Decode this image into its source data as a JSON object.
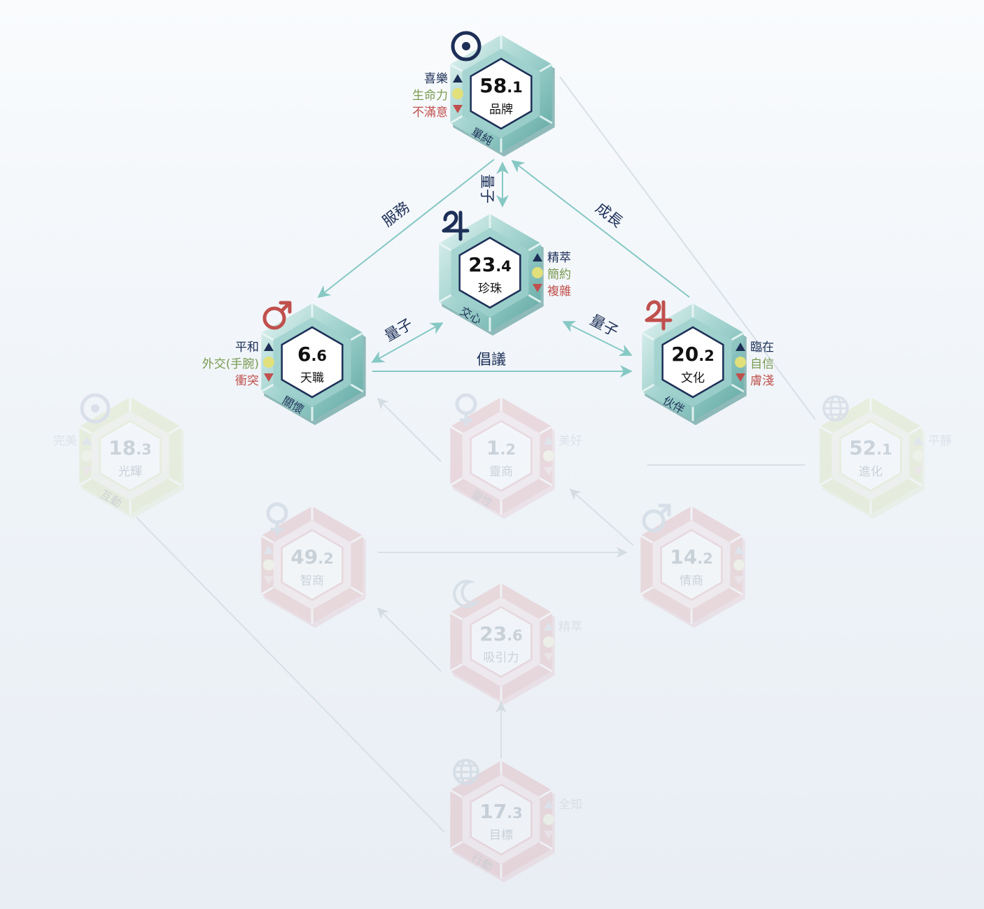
{
  "colors": {
    "teal": "#6fb7b3",
    "teal_light": "#d3ecea",
    "teal_dark": "#3e8985",
    "navy": "#1d2f57",
    "green": "#7a9a52",
    "red": "#c0504d",
    "yellow": "#e2e07a",
    "arrow": "#86c8c4",
    "faded_arrow": "#cfd9df"
  },
  "active_nodes": [
    {
      "id": "brand",
      "symbol": "sun-icon",
      "symbol_color": "#1d2f57",
      "value_int": "58",
      "value_dec": ".1",
      "name": "品牌",
      "ribbon": "單純",
      "top": "喜樂",
      "mid": "生命力",
      "bot": "不滿意",
      "side": "left"
    },
    {
      "id": "pearl",
      "symbol": "jupiter-icon",
      "symbol_color": "#1d2f57",
      "value_int": "23",
      "value_dec": ".4",
      "name": "珍珠",
      "ribbon": "交心",
      "top": "精萃",
      "mid": "簡約",
      "bot": "複雜",
      "side": "right"
    },
    {
      "id": "talent",
      "symbol": "mars-icon",
      "symbol_color": "#c0504d",
      "value_int": "6",
      "value_dec": ".6",
      "name": "天職",
      "ribbon": "關懷",
      "top": "平和",
      "mid": "外交(手腕)",
      "bot": "衝突",
      "side": "left"
    },
    {
      "id": "culture",
      "symbol": "jupiter-icon",
      "symbol_color": "#c0504d",
      "value_int": "20",
      "value_dec": ".2",
      "name": "文化",
      "ribbon": "伙伴",
      "top": "臨在",
      "mid": "自信",
      "bot": "膚淺",
      "side": "right"
    }
  ],
  "faded_nodes": [
    {
      "id": "glory",
      "symbol": "sun-icon",
      "value_int": "18",
      "value_dec": ".3",
      "name": "光輝",
      "ribbon": "互動",
      "top": "完美",
      "mid": "",
      "bot": "",
      "side": "left",
      "tint": "#c9d680"
    },
    {
      "id": "spirit",
      "symbol": "venus-icon",
      "value_int": "1",
      "value_dec": ".2",
      "name": "靈商",
      "ribbon": "靈性",
      "top": "美好",
      "mid": "",
      "bot": "",
      "side": "right",
      "tint": "#d27a82"
    },
    {
      "id": "evolution",
      "symbol": "globe-icon",
      "value_int": "52",
      "value_dec": ".1",
      "name": "進化",
      "ribbon": "",
      "top": "平靜",
      "mid": "",
      "bot": "",
      "side": "right",
      "tint": "#c9d680"
    },
    {
      "id": "iq",
      "symbol": "venus-icon",
      "value_int": "49",
      "value_dec": ".2",
      "name": "智商",
      "ribbon": "",
      "top": "",
      "mid": "",
      "bot": "",
      "side": "left",
      "tint": "#d27a82"
    },
    {
      "id": "eq",
      "symbol": "mars-icon",
      "value_int": "14",
      "value_dec": ".2",
      "name": "情商",
      "ribbon": "",
      "top": "",
      "mid": "",
      "bot": "",
      "side": "right",
      "tint": "#d27a82"
    },
    {
      "id": "attraction",
      "symbol": "moon-icon",
      "value_int": "23",
      "value_dec": ".6",
      "name": "吸引力",
      "ribbon": "",
      "top": "精萃",
      "mid": "",
      "bot": "",
      "side": "right",
      "tint": "#d27a82"
    },
    {
      "id": "goal",
      "symbol": "globe-icon",
      "value_int": "17",
      "value_dec": ".3",
      "name": "目標",
      "ribbon": "行動",
      "top": "全知",
      "mid": "",
      "bot": "",
      "side": "right",
      "tint": "#d27a82"
    }
  ],
  "edge_labels": {
    "service": "服務",
    "growth": "成長",
    "quantum_top": "量子",
    "quantum_left": "量子",
    "quantum_right": "量子",
    "advocacy": "倡議"
  }
}
